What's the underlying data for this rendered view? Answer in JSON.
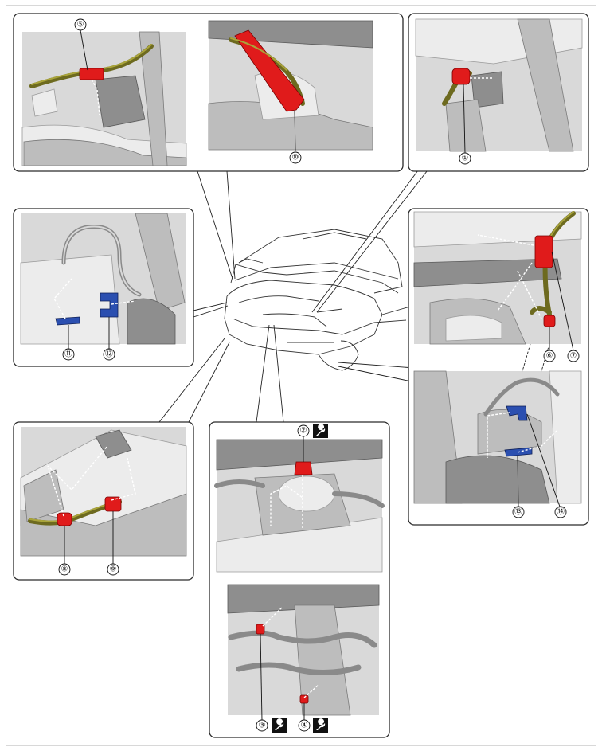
{
  "callouts": [
    {
      "id": "c1",
      "label": "①",
      "torque": false
    },
    {
      "id": "c2",
      "label": "②",
      "torque": true
    },
    {
      "id": "c3",
      "label": "③",
      "torque": true
    },
    {
      "id": "c4",
      "label": "④",
      "torque": true
    },
    {
      "id": "c5",
      "label": "⑤",
      "torque": false
    },
    {
      "id": "c6",
      "label": "⑥",
      "torque": false
    },
    {
      "id": "c7",
      "label": "⑦",
      "torque": false
    },
    {
      "id": "c8",
      "label": "⑧",
      "torque": false
    },
    {
      "id": "c9",
      "label": "⑨",
      "torque": false
    },
    {
      "id": "c10",
      "label": "⑩",
      "torque": false
    },
    {
      "id": "c11",
      "label": "⑪",
      "torque": false
    },
    {
      "id": "c12",
      "label": "⑫",
      "torque": false
    },
    {
      "id": "c13",
      "label": "⑬",
      "torque": false
    },
    {
      "id": "c14",
      "label": "⑭",
      "torque": false
    }
  ],
  "icons": {
    "torque": "wrench-icon"
  },
  "colors": {
    "clip_red": "#e01b1b",
    "clip_blue": "#2b4fb0",
    "harness": "#6d6a1f",
    "photo_bg": "#d9d9d9"
  }
}
